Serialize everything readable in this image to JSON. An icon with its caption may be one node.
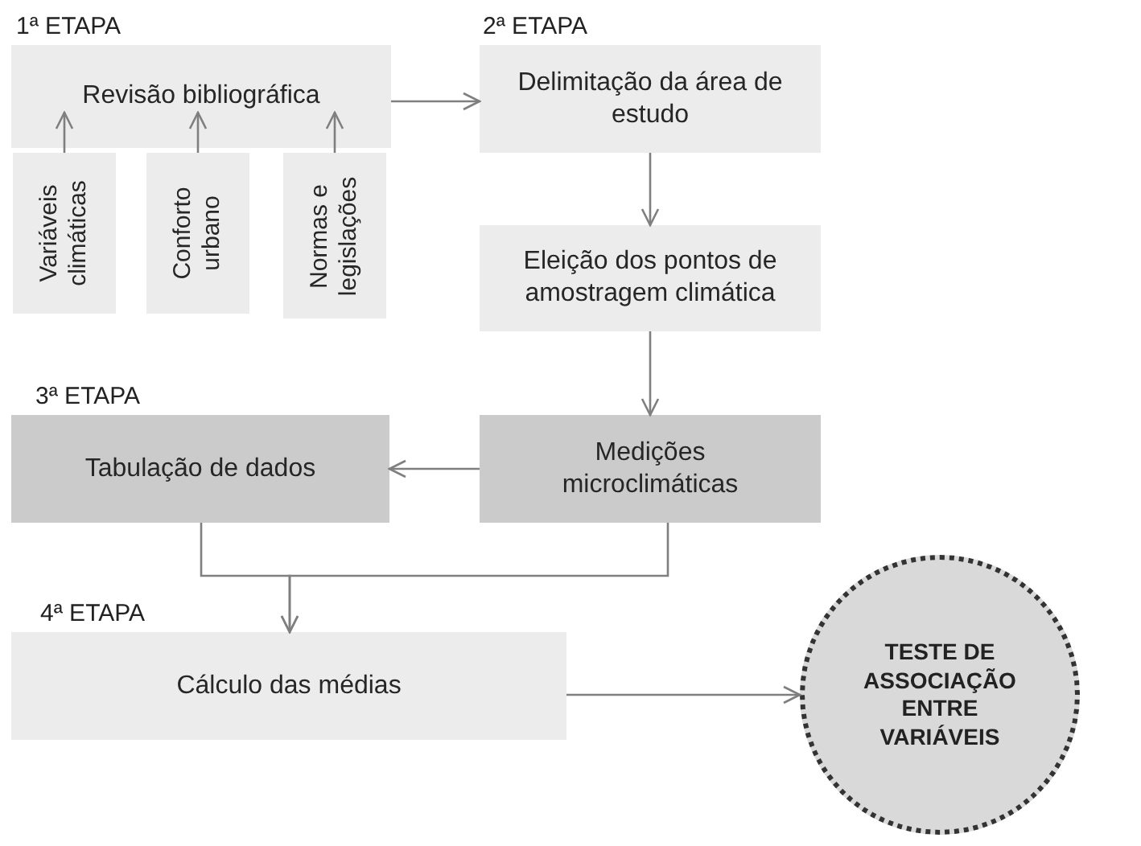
{
  "diagram": {
    "nodes": [
      {
        "text": [
          "Revisão bibliográfica"
        ]
      },
      {
        "text": [
          "Variáveis climáticas"
        ]
      },
      {
        "text": [
          "Conforto urbano"
        ]
      },
      {
        "text": [
          "Normas e legislações"
        ]
      },
      {
        "text": [
          "Delimitação da área de estudo"
        ]
      },
      {
        "text": [
          "Eleição dos pontos de amostragem climática"
        ]
      },
      {
        "text": [
          "Medições microclimáticas"
        ]
      },
      {
        "text": [
          "Tabulação de dados"
        ]
      },
      {
        "text": [
          "Cálculo das médias"
        ]
      },
      {
        "text": [
          "TESTE DE ASSOCIAÇÃO ENTRE VARIÁVEIS"
        ]
      }
    ],
    "edges": [
      {
        "from": 1,
        "to": 0,
        "arrow": "to"
      },
      {
        "from": 2,
        "to": 0,
        "arrow": "to"
      },
      {
        "from": 3,
        "to": 0,
        "arrow": "to"
      },
      {
        "from": 0,
        "to": 4,
        "arrow": "to"
      },
      {
        "from": 4,
        "to": 5,
        "arrow": "to"
      },
      {
        "from": 5,
        "to": 6,
        "arrow": "to"
      },
      {
        "from": 6,
        "to": 7,
        "arrow": "to"
      },
      {
        "from": 7,
        "to": 8,
        "arrow": "to"
      },
      {
        "from": 6,
        "to": 8,
        "arrow": "to"
      },
      {
        "from": 8,
        "to": 9,
        "arrow": "to"
      }
    ],
    "labels": [
      "1ª ETAPA",
      "2ª ETAPA",
      "3ª ETAPA",
      "4ª ETAPA"
    ]
  }
}
